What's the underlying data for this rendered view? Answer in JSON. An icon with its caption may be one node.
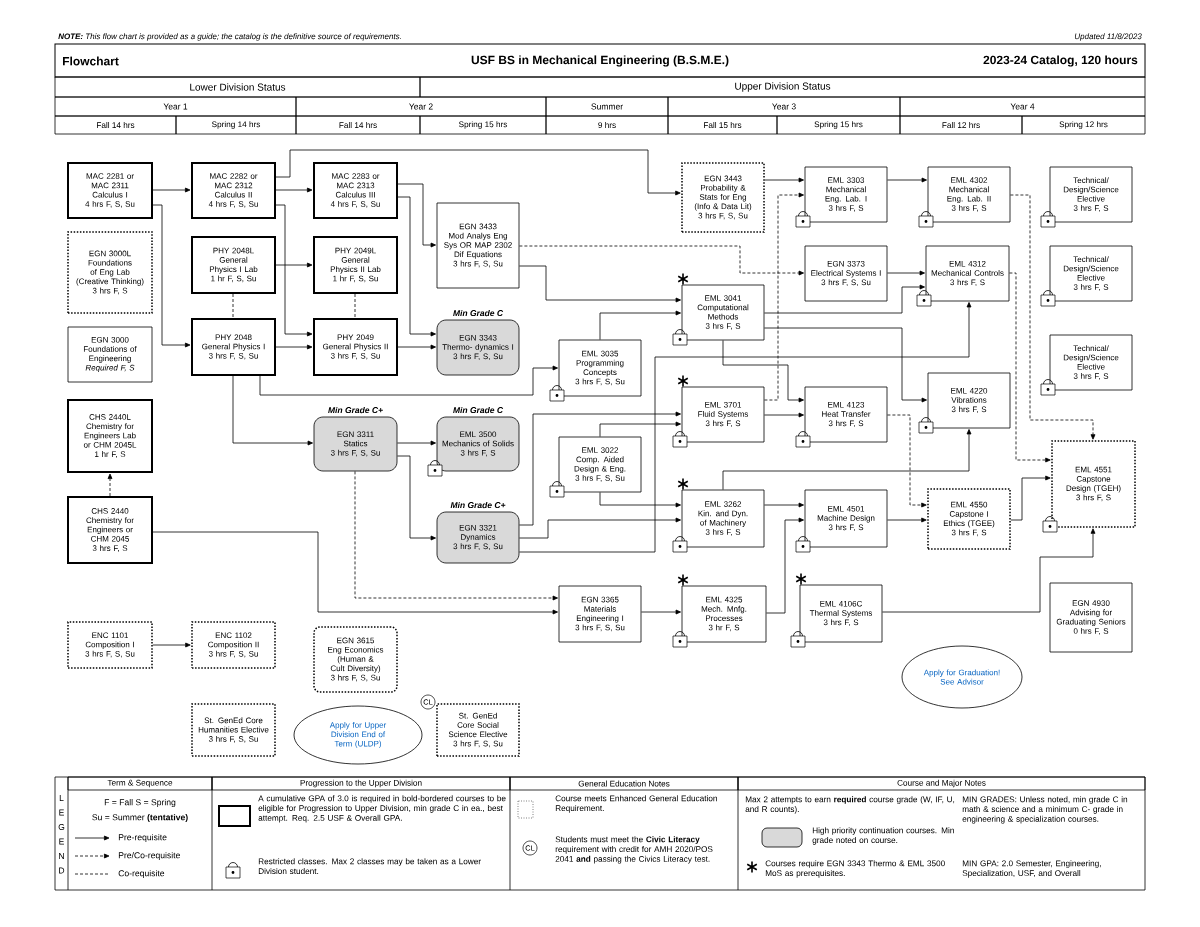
{
  "diagram": {
    "title": "USF BS in Mechanical Engineering (B.S.M.E.)",
    "nodes": [
      {
        "text": [
          "MAC 2281 or MAC 2311",
          "Calculus I",
          "4 hrs F, S, Su"
        ]
      },
      {
        "text": [
          "EGN 3000L",
          "Foundations of Eng Lab (Creative Thinking)",
          "3 hrs F, S"
        ]
      },
      {
        "text": [
          "EGN 3000",
          "Foundations of Engineering",
          "Required F, S"
        ]
      },
      {
        "text": [
          "CHS 2440L",
          "Chemistry for Engineers Lab or CHM 2045L",
          "1 hr F, S"
        ]
      },
      {
        "text": [
          "CHS 2440",
          "Chemistry for Engineers or CHM 2045",
          "3 hrs F, S"
        ]
      },
      {
        "text": [
          "MAC 2282 or MAC 2312",
          "Calculus II",
          "4 hrs F, S, Su"
        ]
      },
      {
        "text": [
          "PHY 2048L",
          "General Physics I Lab",
          "1 hr F, S, Su"
        ]
      },
      {
        "text": [
          "PHY 2048",
          "General Physics I",
          "3 hrs F, S, Su"
        ]
      },
      {
        "text": [
          "MAC 2283 or MAC 2313",
          "Calculus III",
          "4 hrs F, S, Su"
        ]
      },
      {
        "text": [
          "PHY 2049L",
          "General Physics II Lab",
          "1 hr F, S, Su"
        ]
      },
      {
        "text": [
          "PHY 2049",
          "General Physics II",
          "3 hrs F, S, Su"
        ]
      },
      {
        "text": [
          "EGN 3433",
          "Mod Analys Eng Sys OR MAP 2302 Dif Equations",
          "3 hrs F, S, Su"
        ]
      },
      {
        "text": [
          "EGN 3343",
          "Thermo- dynamics I",
          "3 hrs F, S, Su"
        ],
        "beside": [
          "Min Grade C"
        ]
      },
      {
        "text": [
          "EGN 3311",
          "Statics",
          "3 hrs F, S, Su"
        ],
        "beside": [
          "Min Grade C+"
        ]
      },
      {
        "text": [
          "EML 3500",
          "Mechanics of Solids",
          "3 hrs F, S"
        ],
        "beside": [
          "Min Grade C"
        ]
      },
      {
        "text": [
          "EGN 3321",
          "Dynamics",
          "3 hrs F, S, Su"
        ],
        "beside": [
          "Min Grade C+"
        ]
      },
      {
        "text": [
          "EML 3035",
          "Programming Concepts",
          "3 hrs F, S, Su"
        ]
      },
      {
        "text": [
          "EML 3022",
          "Comp. Aided Design & Eng.",
          "3 hrs F, S, Su"
        ]
      },
      {
        "text": [
          "EGN 3443",
          "Probability & Stats for Eng (Info & Data Lit)",
          "3 hrs F, S, Su"
        ]
      },
      {
        "text": [
          "EML 3041",
          "Computational Methods",
          "3 hrs F, S"
        ]
      },
      {
        "text": [
          "EML 3701",
          "Fluid Systems",
          "3 hrs F, S"
        ]
      },
      {
        "text": [
          "EML 3262",
          "Kin. and Dyn. of Machinery",
          "3 hrs F, S"
        ]
      },
      {
        "text": [
          "EML 4325",
          "Mech. Mnfg. Processes",
          "3 hr F, S"
        ]
      },
      {
        "text": [
          "EGN 3365",
          "Materials Engineering I",
          "3 hrs F, S, Su"
        ]
      },
      {
        "text": [
          "EML 3303",
          "Mechanical Eng. Lab. I",
          "3 hrs F, S"
        ]
      },
      {
        "text": [
          "EGN 3373",
          "Electrical Systems I",
          "3 hrs F, S, Su"
        ]
      },
      {
        "text": [
          "EML 4123",
          "Heat Transfer",
          "3 hrs F, S"
        ]
      },
      {
        "text": [
          "EML 4501",
          "Machine Design",
          "3 hrs F, S"
        ]
      },
      {
        "text": [
          "EML 4106C",
          "Thermal Systems",
          "3 hrs F, S"
        ]
      },
      {
        "text": [
          "EML 4302",
          "Mechanical Eng. Lab. II",
          "3 hrs F, S"
        ]
      },
      {
        "text": [
          "EML 4312",
          "Mechanical Controls",
          "3 hrs F, S"
        ]
      },
      {
        "text": [
          "EML 4220",
          "Vibrations",
          "3 hrs F, S"
        ]
      },
      {
        "text": [
          "EML 4550",
          "Capstone I Ethics (TGEE)",
          "3 hrs F, S"
        ]
      },
      {
        "text": [
          "Technical/ Design/Science Elective",
          "3 hrs F, S"
        ]
      },
      {
        "text": [
          "Technical/ Design/Science Elective",
          "3 hrs F, S"
        ]
      },
      {
        "text": [
          "Technical/ Design/Science Elective",
          "3 hrs F, S"
        ]
      },
      {
        "text": [
          "EML 4551",
          "Capstone Design (TGEH)",
          "3 hrs F, S"
        ]
      },
      {
        "text": [
          "EGN 4930",
          "Advising for Graduating Seniors",
          "0 hrs F, S"
        ]
      },
      {
        "text": [
          "ENC 1101",
          "Composition I",
          "3 hrs F, S, Su"
        ]
      },
      {
        "text": [
          "ENC 1102",
          "Composition II",
          "3 hrs F, S, Su"
        ]
      },
      {
        "text": [
          "EGN 3615",
          "Eng Economics (Human & Cult Diversity)",
          "3 hrs F, S, Su"
        ]
      },
      {
        "text": [
          "St. GenEd Core Humanities Elective",
          "3 hrs F, S, Su"
        ]
      },
      {
        "text": [
          "Apply for Upper Division End of Term (ULDP)"
        ]
      },
      {
        "text": [
          "St. GenEd Core Social Science Elective",
          "3 hrs F, S, Su"
        ]
      },
      {
        "text": [
          "Apply for Graduation! See Advisor"
        ]
      }
    ],
    "edges": [
      {
        "from": 0,
        "to": 5,
        "arrow": "to"
      },
      {
        "from": 0,
        "to": 7,
        "arrow": "to"
      },
      {
        "from": 5,
        "to": 8,
        "arrow": "to"
      },
      {
        "from": 5,
        "to": 10,
        "arrow": "to"
      },
      {
        "from": 5,
        "to": 18,
        "arrow": "to"
      },
      {
        "from": 8,
        "to": 11,
        "arrow": "to"
      },
      {
        "from": 8,
        "to": 12,
        "arrow": "to"
      },
      {
        "from": 6,
        "to": 9,
        "arrow": "to"
      },
      {
        "from": 6,
        "to": 7,
        "arrow": "none",
        "style": "dashed"
      },
      {
        "from": 9,
        "to": 10,
        "arrow": "none",
        "style": "dashed"
      },
      {
        "from": 7,
        "to": 10,
        "arrow": "to"
      },
      {
        "from": 10,
        "to": 12,
        "arrow": "to"
      },
      {
        "from": 7,
        "to": 16,
        "arrow": "to"
      },
      {
        "from": 7,
        "to": 13,
        "arrow": "to"
      },
      {
        "from": 4,
        "to": 3,
        "arrow": "to",
        "style": "dashed"
      },
      {
        "from": 4,
        "to": 23,
        "arrow": "to"
      },
      {
        "from": 13,
        "to": 14,
        "arrow": "to"
      },
      {
        "from": 13,
        "to": 15,
        "arrow": "to"
      },
      {
        "from": 13,
        "to": 23,
        "arrow": "to",
        "style": "dashed"
      },
      {
        "from": 11,
        "to": 19,
        "arrow": "to"
      },
      {
        "from": 11,
        "to": 25,
        "arrow": "to",
        "style": "dashed"
      },
      {
        "from": 16,
        "to": 19,
        "arrow": "to"
      },
      {
        "from": 15,
        "to": 20,
        "arrow": "to"
      },
      {
        "from": 15,
        "to": 21,
        "arrow": "to"
      },
      {
        "from": 15,
        "to": 30,
        "arrow": "to"
      },
      {
        "from": 17,
        "to": 20,
        "arrow": "to"
      },
      {
        "from": 17,
        "to": 21,
        "arrow": "to"
      },
      {
        "from": 18,
        "to": 24,
        "arrow": "to"
      },
      {
        "from": 20,
        "to": 24,
        "arrow": "to",
        "style": "dashed"
      },
      {
        "from": 19,
        "to": 30,
        "arrow": "to"
      },
      {
        "from": 19,
        "to": 31,
        "arrow": "to"
      },
      {
        "from": 19,
        "to": 26,
        "arrow": "to"
      },
      {
        "from": 20,
        "to": 26,
        "arrow": "to"
      },
      {
        "from": 26,
        "to": 32,
        "arrow": "to",
        "style": "dashed"
      },
      {
        "from": 21,
        "to": 27,
        "arrow": "to"
      },
      {
        "from": 21,
        "to": 31,
        "arrow": "to"
      },
      {
        "from": 27,
        "to": 32,
        "arrow": "to"
      },
      {
        "from": 22,
        "to": 27,
        "arrow": "to"
      },
      {
        "from": 32,
        "to": 36,
        "arrow": "to"
      },
      {
        "from": 29,
        "to": 36,
        "arrow": "to",
        "style": "dashed"
      },
      {
        "from": 30,
        "to": 36,
        "arrow": "to",
        "style": "dashed"
      },
      {
        "from": 28,
        "to": 36,
        "arrow": "to"
      },
      {
        "from": 23,
        "to": 22,
        "arrow": "to"
      },
      {
        "from": 24,
        "to": 29,
        "arrow": "to"
      },
      {
        "from": 25,
        "to": 30,
        "arrow": "to"
      },
      {
        "from": 38,
        "to": 39,
        "arrow": "to"
      }
    ],
    "labels": [
      "**NOTE:** This flow chart is provided as a guide; the catalog is the definitive source of requirements.",
      "Updated 11/8/2023",
      "Flowchart",
      "2023-24 Catalog, 120 hours",
      "Lower Division Status",
      "Upper Division Status",
      "Year 1",
      "Year 2",
      "Summer",
      "Year 3",
      "Year 4",
      "Fall 14 hrs",
      "Spring 14 hrs",
      "Fall 14 hrs",
      "Spring 15 hrs",
      "9 hrs",
      "Fall 15 hrs",
      "Spring 15 hrs",
      "Fall 12 hrs",
      "Spring 12 hrs",
      "CL",
      "Term & Sequence",
      "Progression to the Upper Division",
      "General Education Notes",
      "Course and Major Notes",
      "L",
      "E",
      "G",
      "E",
      "N",
      "D",
      "F = Fall S = Spring",
      "Su = Summer **(tentative)**",
      "CL",
      "Max 2 attempts to earn **required** course grade (W, IF, U, and R counts).",
      "MIN GRADES: Unless noted, min grade C in math & science and a minimum C- grade in engineering & specialization courses.",
      "MIN GPA: 2.0 Semester, Engineering, Specialization, USF, and Overall"
    ],
    "legend": [
      {
        "text": "Pre-requisite"
      },
      {
        "text": "Pre/Co-requisite"
      },
      {
        "text": "Co-requisite"
      },
      {
        "text": "A cumulative GPA of 3.0 is required in bold-bordered courses to be eligible for Progression to Upper Division, min grade C in ea., best attempt. Req. 2.5 USF & Overall GPA."
      },
      {
        "text": "Restricted classes. Max 2 classes may be taken as a Lower Division student."
      },
      {
        "text": "Course meets Enhanced General Education Requirement."
      },
      {
        "text": "Students must meet the **Civic Literacy** requirement with credit for AMH 2020/POS 2041 **and** passing the Civics Literacy test."
      },
      {
        "text": "High priority continuation courses. Min grade noted on course.",
        "color": "#d9d9d9"
      },
      {
        "text": "Courses require EGN 3343 Thermo & EML 3500 MoS as prerequisites."
      }
    ]
  }
}
